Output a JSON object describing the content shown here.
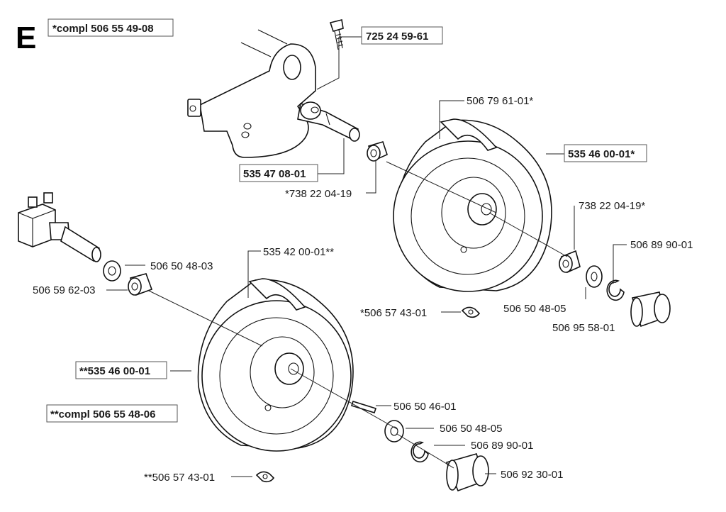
{
  "section_letter": "E",
  "labels": {
    "compl_top": "*compl 506 55 49-08",
    "bolt": "725 24 59-61",
    "axle_top": "535 47 08-01",
    "bushing_top": "*738 22 04-19",
    "wheel_top_hub": "506 79 61-01*",
    "wheel_top_tire": "535 46 00-01*",
    "bushing_top_right": "738 22 04-19*",
    "clip_top_right": "506 89 90-01",
    "washer_top_right": "506 50 48-05",
    "cap_top_right": "506 95 58-01",
    "clip_mid": "*506 57 43-01",
    "washer_left": "506 50 48-03",
    "bushing_left": "506 59 62-03",
    "wheel_bottom_hub": "535 42 00-01**",
    "wheel_bottom_tire": "**535 46 00-01",
    "compl_bottom": "**compl 506 55 48-06",
    "key_bottom": "506 50 46-01",
    "washer_bottom": "506 50 48-05",
    "clip_bottom": "506 89 90-01",
    "cap_bottom": "506 92 30-01",
    "clip_bottom_left": "**506 57 43-01"
  }
}
